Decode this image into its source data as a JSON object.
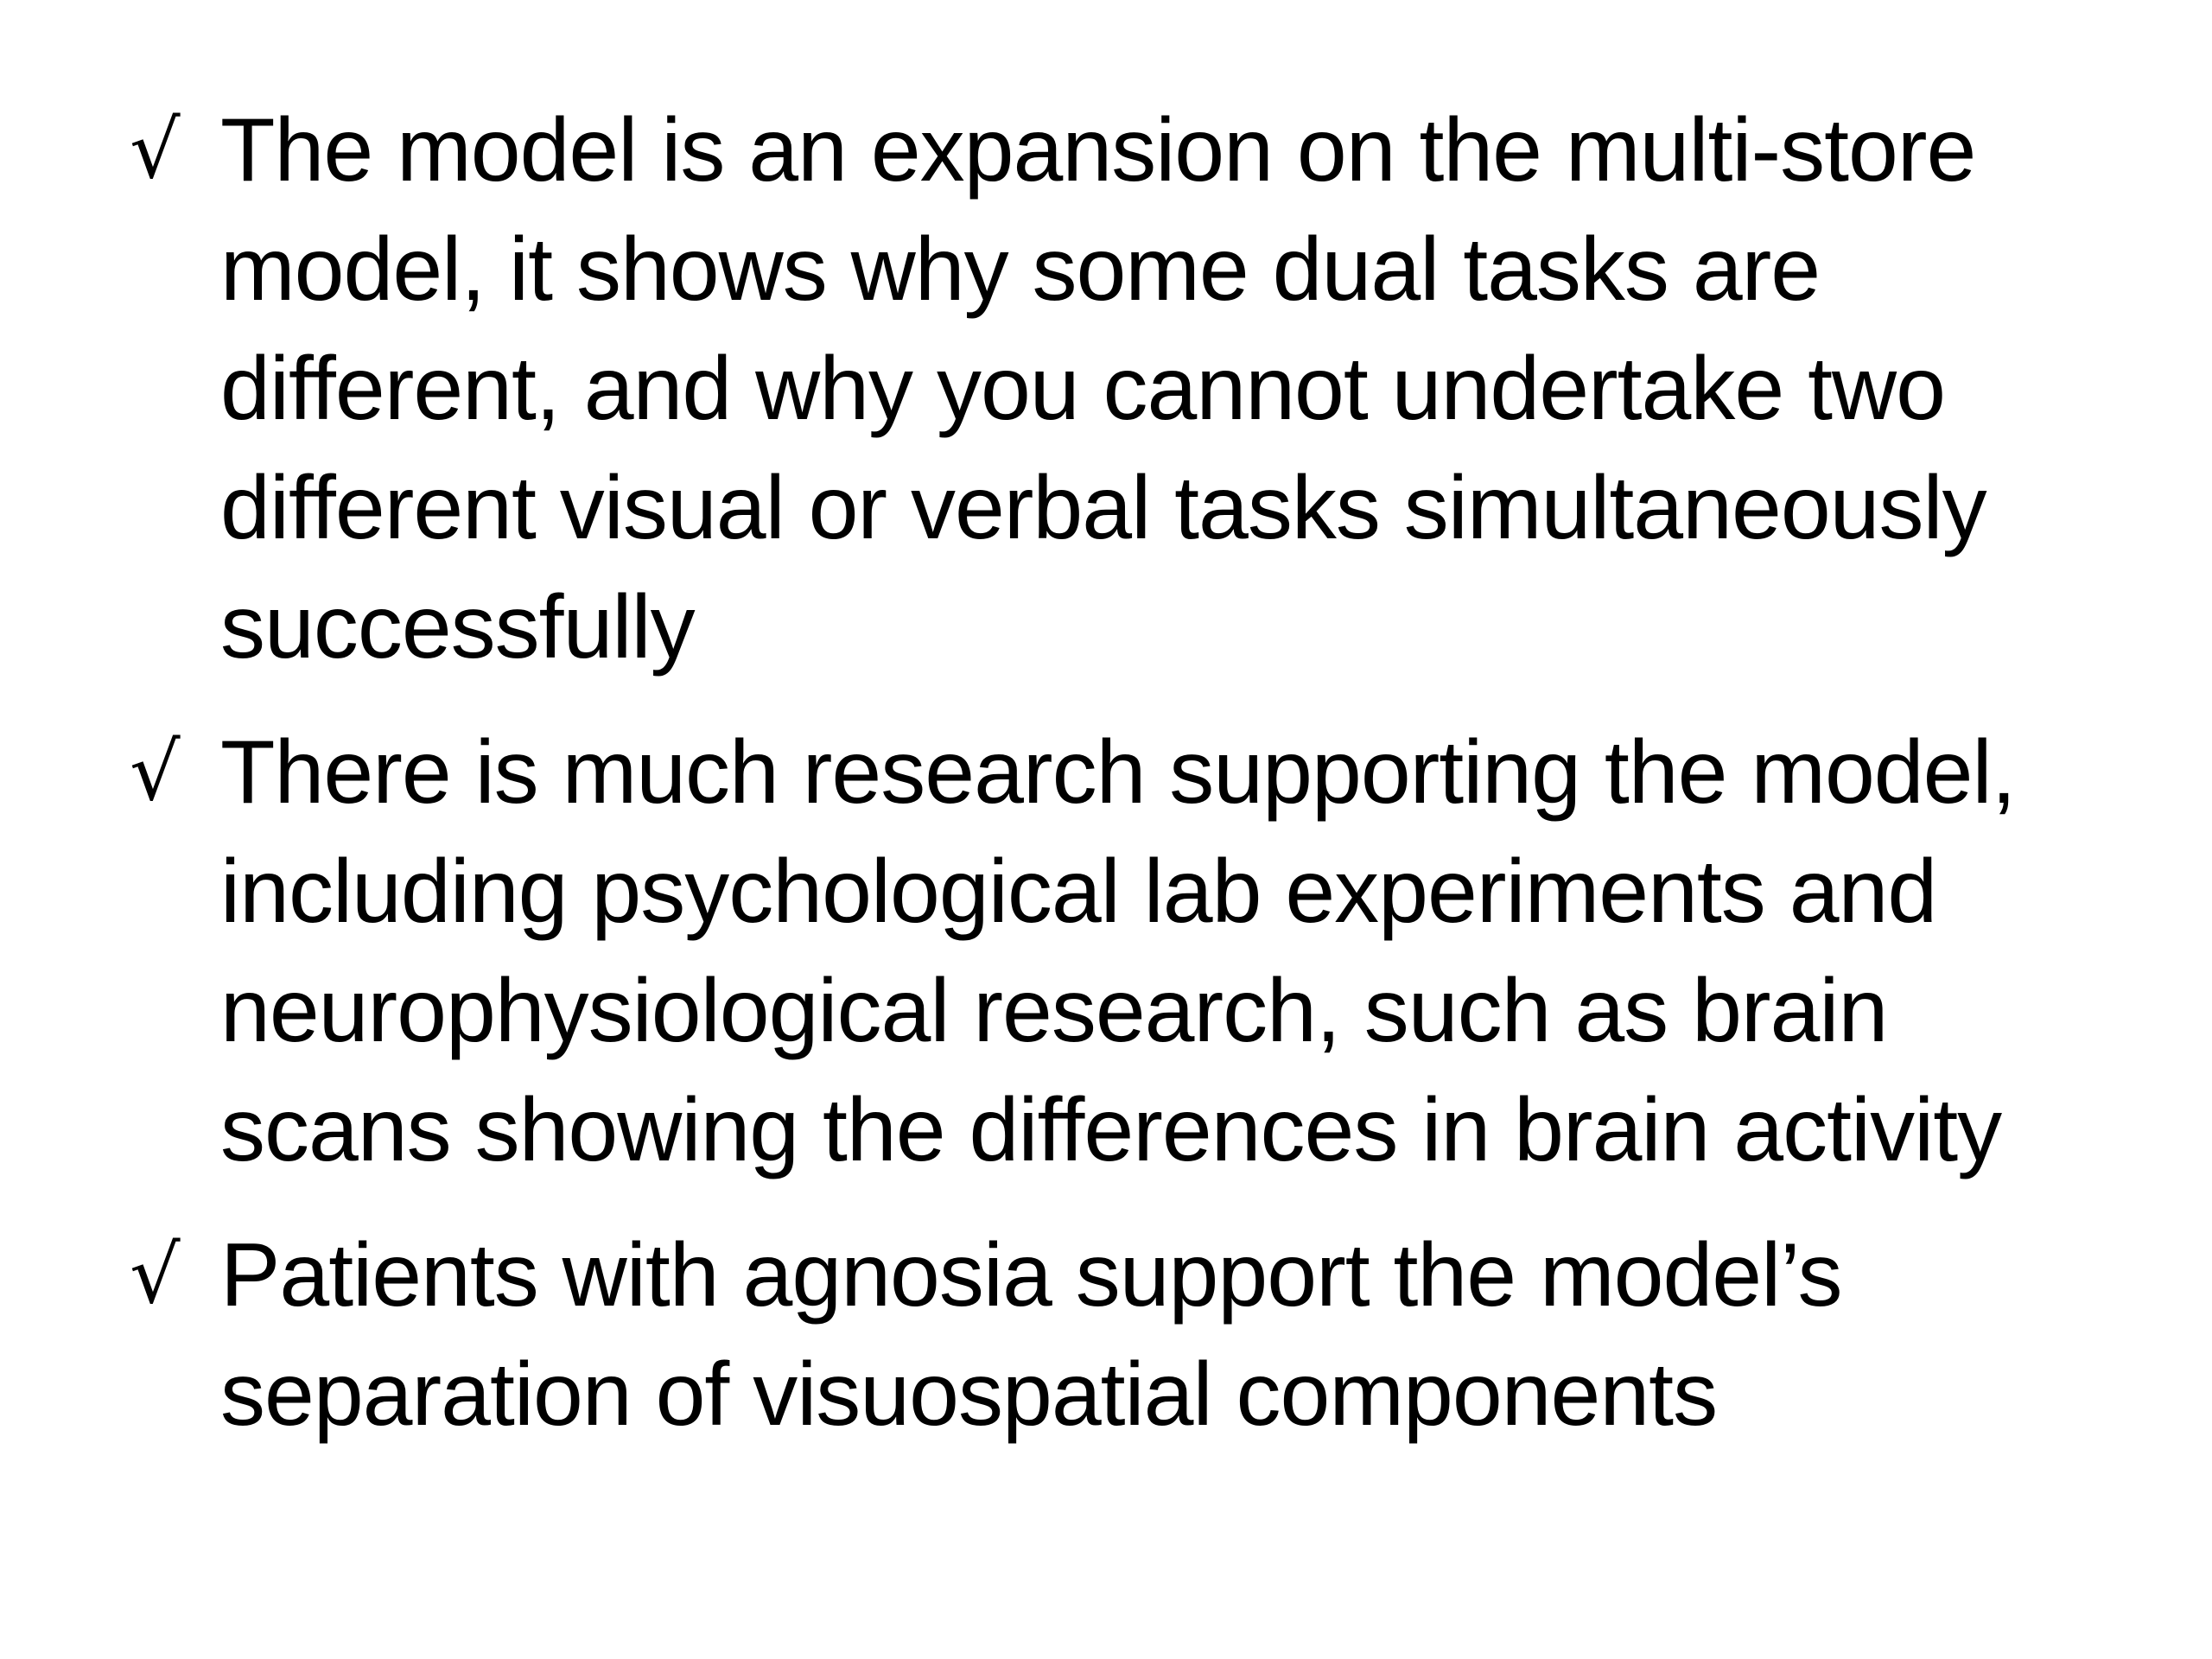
{
  "slide": {
    "bullets": [
      {
        "mark": "√",
        "lines": [
          "The model is an expansion on the multi-store",
          "model, it shows why some dual tasks are",
          "different, and why you cannot undertake two",
          "different visual or verbal tasks simultaneously",
          "successfully"
        ]
      },
      {
        "mark": "√",
        "lines": [
          "There is much research supporting the model,",
          "including psychological lab experiments and",
          "neurophysiological research, such as brain",
          "scans showing the differences in brain activity"
        ]
      },
      {
        "mark": "√",
        "lines": [
          "Patients with agnosia support the model’s",
          "separation of visuospatial components"
        ]
      }
    ]
  }
}
